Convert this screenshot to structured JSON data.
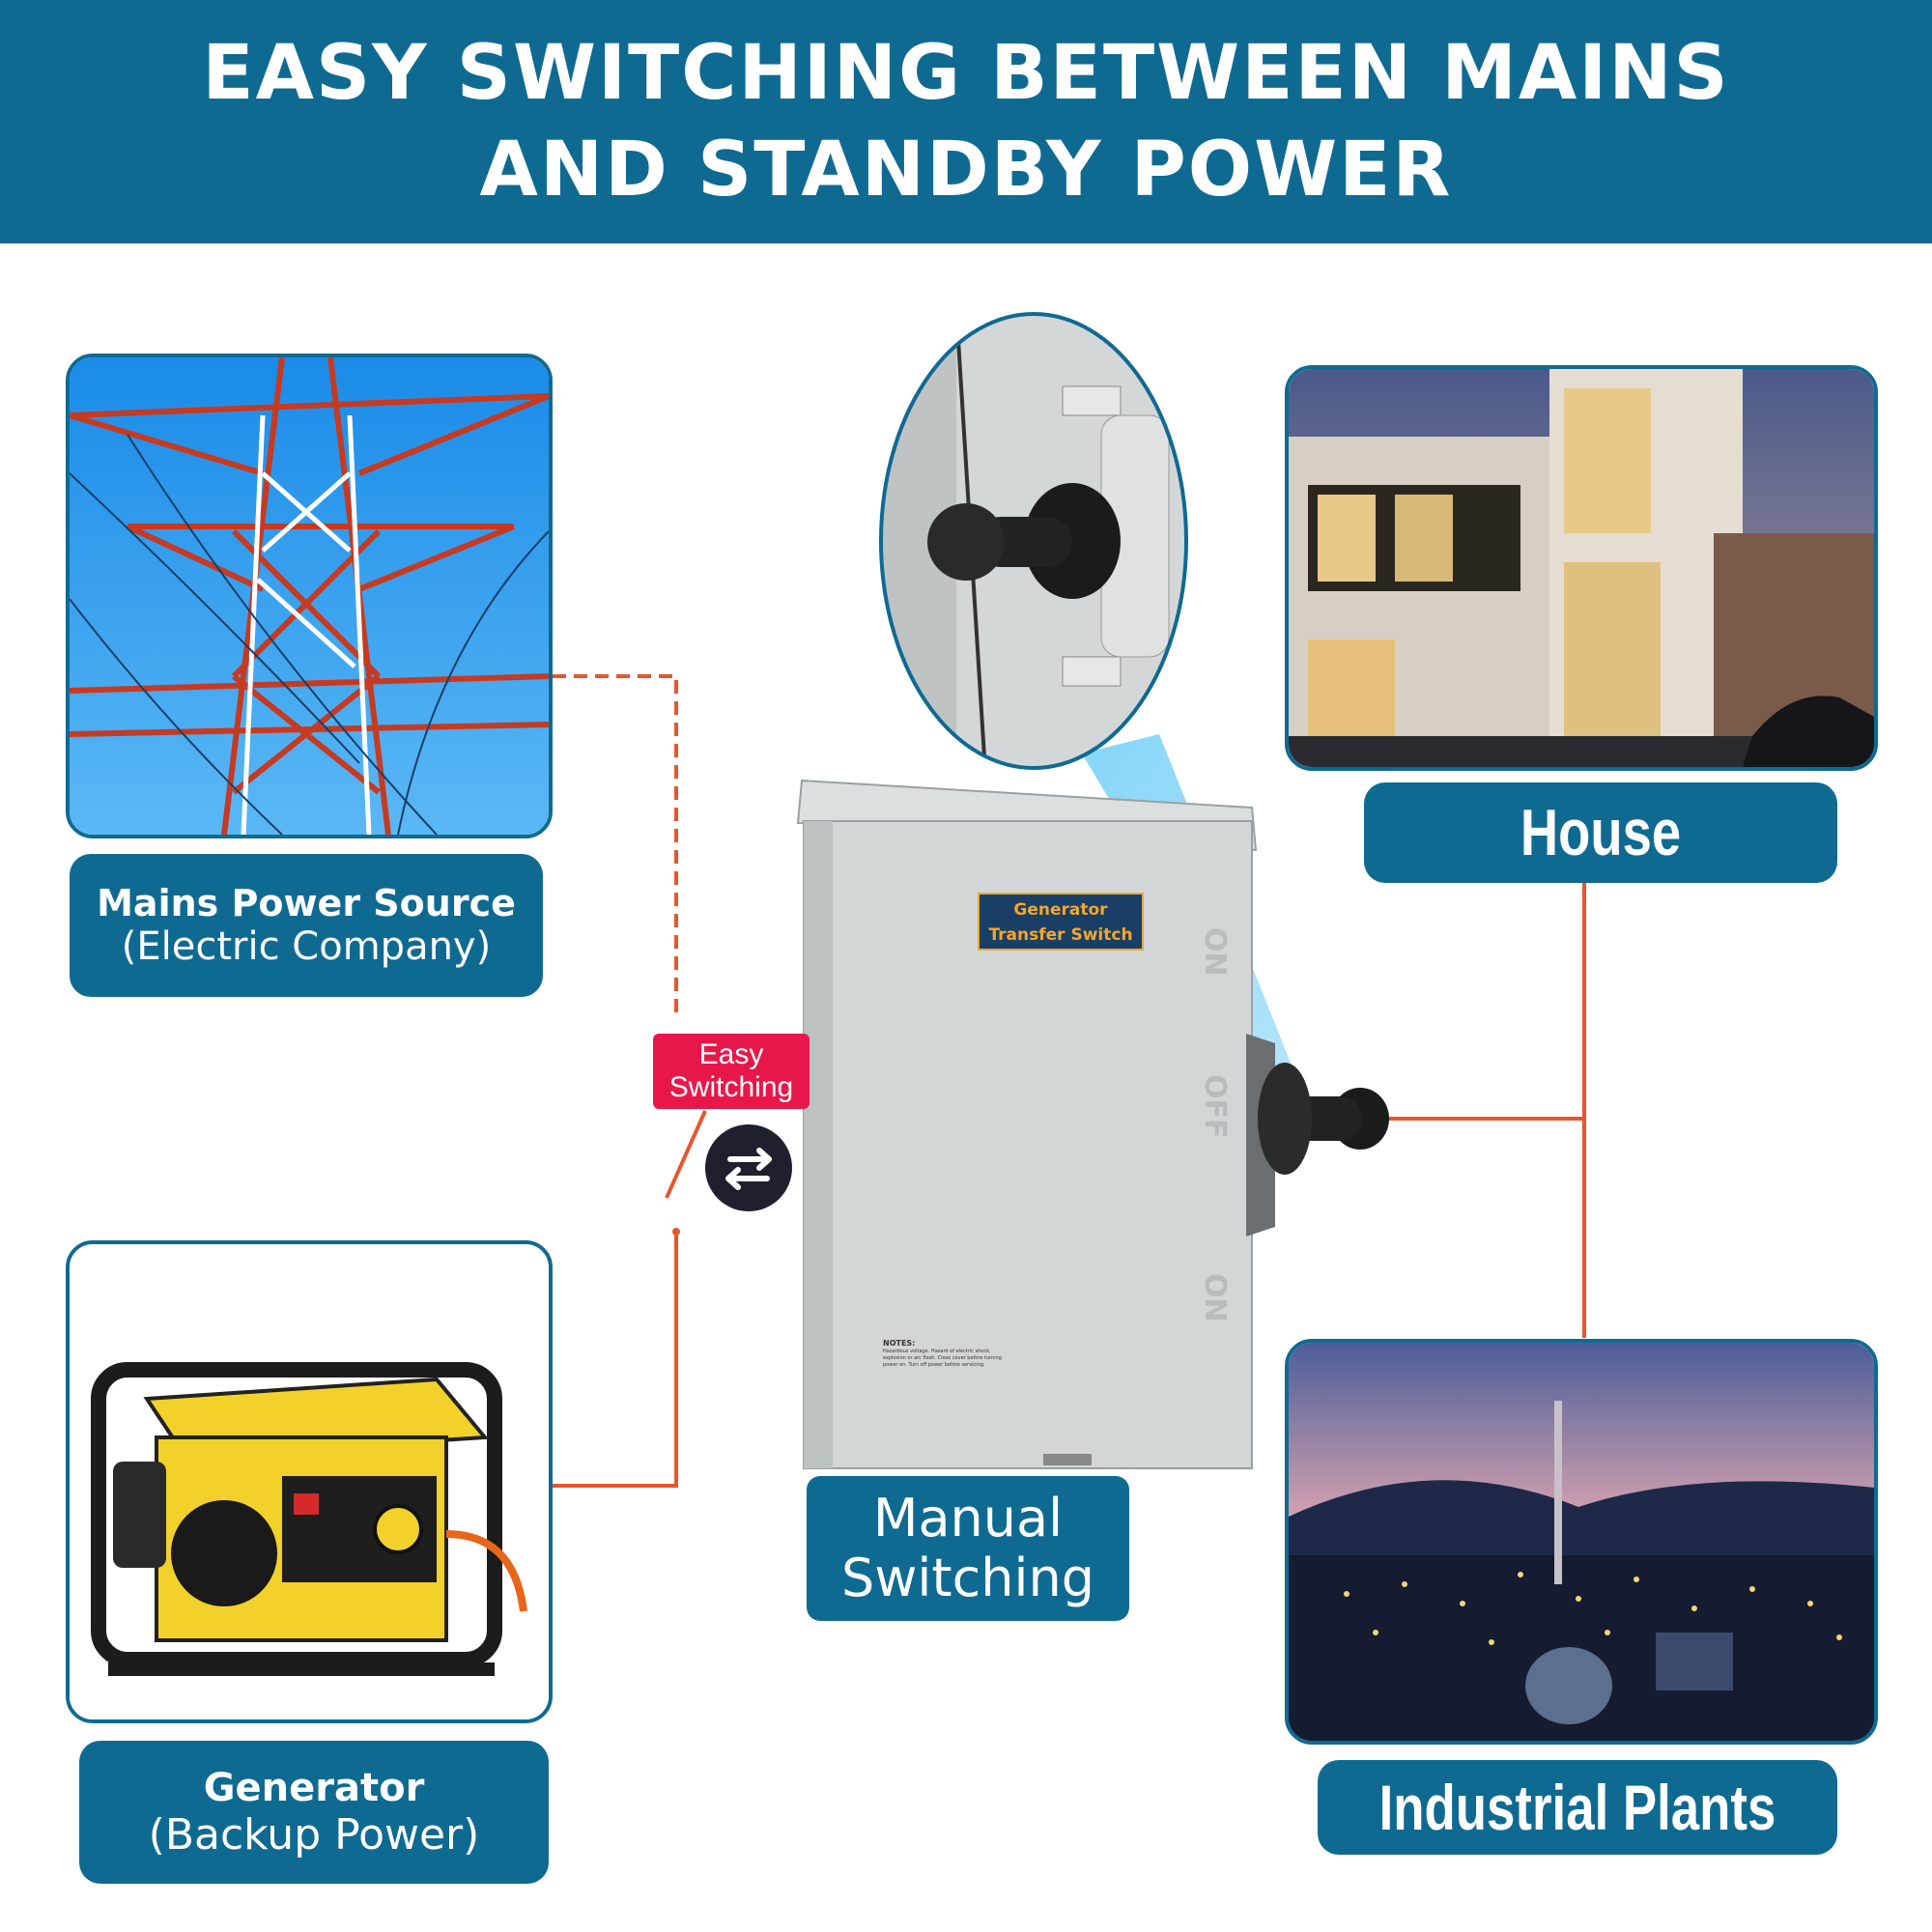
{
  "header": {
    "line1": "EASY SWITCHING BETWEEN MAINS",
    "line2": "AND STANDBY POWER"
  },
  "mains": {
    "label_line1": "Mains Power Source",
    "label_line2": "(Electric Company)"
  },
  "generator": {
    "label_line1": "Generator",
    "label_line2": "(Backup Power)"
  },
  "house": {
    "label": "House"
  },
  "industrial": {
    "label": "Industrial Plants"
  },
  "switch": {
    "badge_line1": "Generator",
    "badge_line2": "Transfer Switch",
    "panel_marks": [
      "ON",
      "OFF",
      "ON"
    ],
    "notes_title": "NOTES:",
    "notes_text": "Hazardous voltage. Hazard of electric shock, explosion or arc flash. Close cover before turning power on. Turn off power before servicing.",
    "label_line1": "Manual",
    "label_line2": "Switching"
  },
  "easy_switching": {
    "line1": "Easy",
    "line2": "Switching",
    "icon": "swap-arrows-icon"
  },
  "colors": {
    "brand_blue": "#0f6a92",
    "wire_orange": "#e8552a",
    "badge_red": "#e8174a"
  }
}
